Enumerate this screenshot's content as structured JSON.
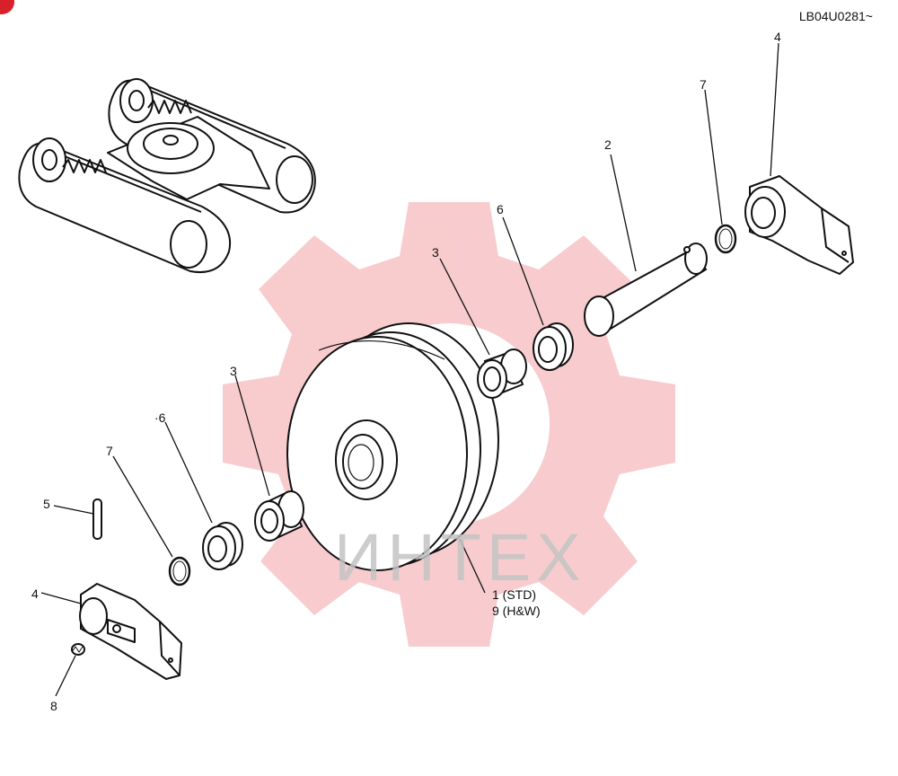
{
  "drawing_code": "LB04U0281~",
  "watermark": {
    "text": "ИНТЕХ",
    "color": "#f3a3a6"
  },
  "callouts": {
    "c1": "1 (STD)",
    "c9": "9 (H&W)",
    "c2": "2",
    "c3_upper": "3",
    "c3_lower": "3",
    "c4_upper": "4",
    "c4_lower": "4",
    "c5": "5",
    "c6_upper": "6",
    "c6_lower": "·6",
    "c7_upper": "7",
    "c7_lower": "7",
    "c8": "8"
  }
}
